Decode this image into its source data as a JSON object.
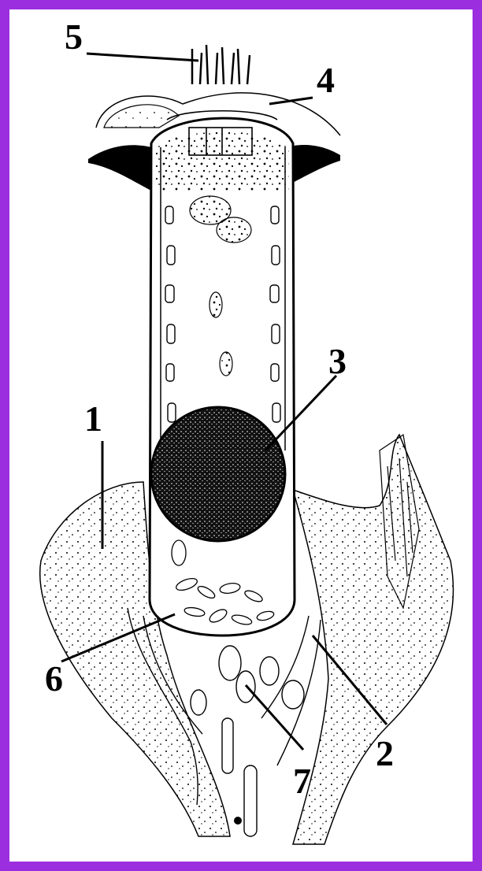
{
  "figure": {
    "labels": [
      "1",
      "2",
      "3",
      "4",
      "5",
      "6",
      "7"
    ]
  },
  "colors": {
    "border": "#9b2fe0",
    "background": "#ffffff",
    "ink": "#000000"
  }
}
